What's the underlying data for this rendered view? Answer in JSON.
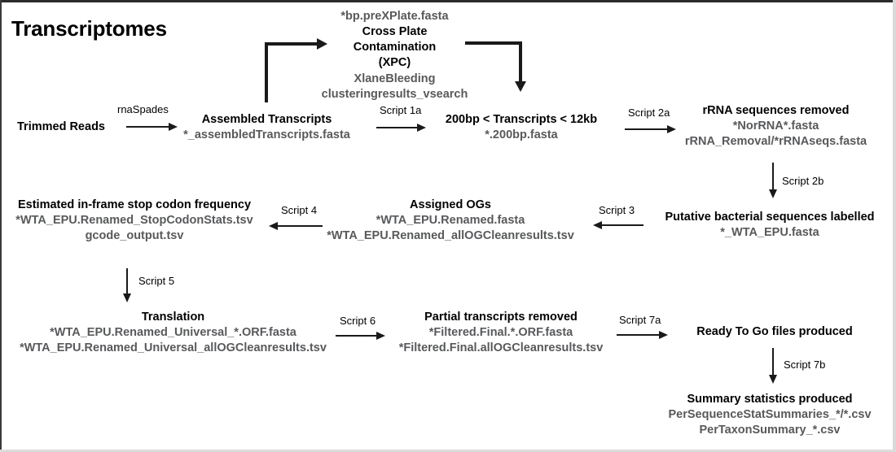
{
  "title": "Transcriptomes",
  "nodes": {
    "trimmed_reads": {
      "title": "Trimmed Reads",
      "files": []
    },
    "assembled": {
      "title": "Assembled Transcripts",
      "files": [
        "*_assembledTranscripts.fasta"
      ]
    },
    "xpc": {
      "pre_file": "*bp.preXPlate.fasta",
      "title_line1": "Cross Plate",
      "title_line2": "Contamination",
      "title_line3": "(XPC)",
      "files": [
        "XlaneBleeding",
        "clusteringresults_vsearch"
      ]
    },
    "length_filter": {
      "title": "200bp < Transcripts < 12kb",
      "files": [
        "*.200bp.fasta"
      ]
    },
    "rrna_removed": {
      "title": "rRNA sequences removed",
      "files": [
        "*NorRNA*.fasta",
        "rRNA_Removal/*rRNAseqs.fasta"
      ]
    },
    "bacterial_labelled": {
      "title": "Putative bacterial sequences labelled",
      "files": [
        "*_WTA_EPU.fasta"
      ]
    },
    "assigned_ogs": {
      "title": "Assigned OGs",
      "files": [
        "*WTA_EPU.Renamed.fasta",
        "*WTA_EPU.Renamed_allOGCleanresults.tsv"
      ]
    },
    "stop_codon": {
      "title": "Estimated in-frame stop codon frequency",
      "files": [
        "*WTA_EPU.Renamed_StopCodonStats.tsv",
        "gcode_output.tsv"
      ]
    },
    "translation": {
      "title": "Translation",
      "files": [
        "*WTA_EPU.Renamed_Universal_*.ORF.fasta",
        "*WTA_EPU.Renamed_Universal_allOGCleanresults.tsv"
      ]
    },
    "partial_removed": {
      "title": "Partial transcripts removed",
      "files": [
        "*Filtered.Final.*.ORF.fasta",
        "*Filtered.Final.allOGCleanresults.tsv"
      ]
    },
    "ready_to_go": {
      "title": "Ready To Go files produced",
      "files": []
    },
    "summary_stats": {
      "title": "Summary statistics produced",
      "files": [
        "PerSequenceStatSummaries_*/*.csv",
        "PerTaxonSummary_*.csv"
      ]
    }
  },
  "edge_labels": {
    "rnaspades": "rnaSpades",
    "script_1a": "Script 1a",
    "script_2a": "Script 2a",
    "script_2b": "Script 2b",
    "script_3": "Script 3",
    "script_4": "Script 4",
    "script_5": "Script 5",
    "script_6": "Script 6",
    "script_7a": "Script 7a",
    "script_7b": "Script 7b"
  },
  "colors": {
    "text": "#000000",
    "file_text": "#58595b",
    "arrow": "#1a1a1a",
    "background": "#ffffff"
  }
}
